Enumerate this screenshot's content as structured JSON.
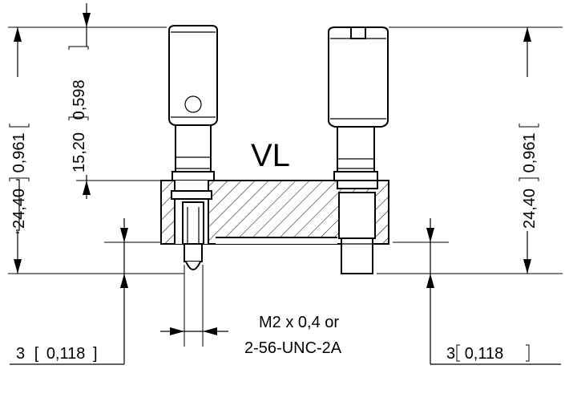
{
  "drawing": {
    "part_label": "VL",
    "dimensions": {
      "left_height": "24,40",
      "left_height_in": "0,961",
      "right_height": "24,40",
      "right_height_in": "0,961",
      "upper_height": "15,20",
      "upper_height_in": "0,598",
      "left_offset": "3",
      "left_offset_in": "0,118",
      "right_offset": "3",
      "right_offset_in": "0,118"
    },
    "thread_note": {
      "line1": "M2 x 0,4 or",
      "line2": "2-56-UNC-2A"
    }
  }
}
